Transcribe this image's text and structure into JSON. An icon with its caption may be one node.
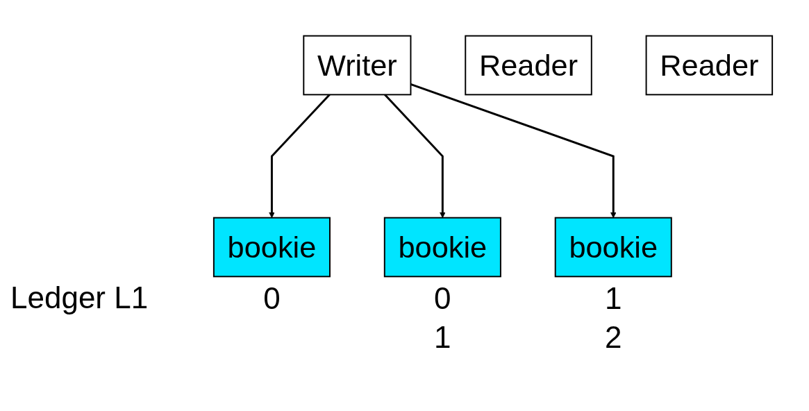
{
  "diagram": {
    "nodes": [
      {
        "text": [
          "Writer"
        ]
      },
      {
        "text": [
          "Reader"
        ]
      },
      {
        "text": [
          "Reader"
        ]
      },
      {
        "text": [
          "bookie"
        ],
        "beside": [
          "0"
        ]
      },
      {
        "text": [
          "bookie"
        ],
        "beside": [
          "0",
          "1"
        ]
      },
      {
        "text": [
          "bookie"
        ],
        "beside": [
          "1",
          "2"
        ]
      }
    ],
    "edges": [
      {
        "from": 0,
        "to": 3,
        "arrow": "to"
      },
      {
        "from": 0,
        "to": 4,
        "arrow": "to"
      },
      {
        "from": 0,
        "to": 5,
        "arrow": "to"
      }
    ],
    "labels": [
      "Ledger L1"
    ]
  }
}
